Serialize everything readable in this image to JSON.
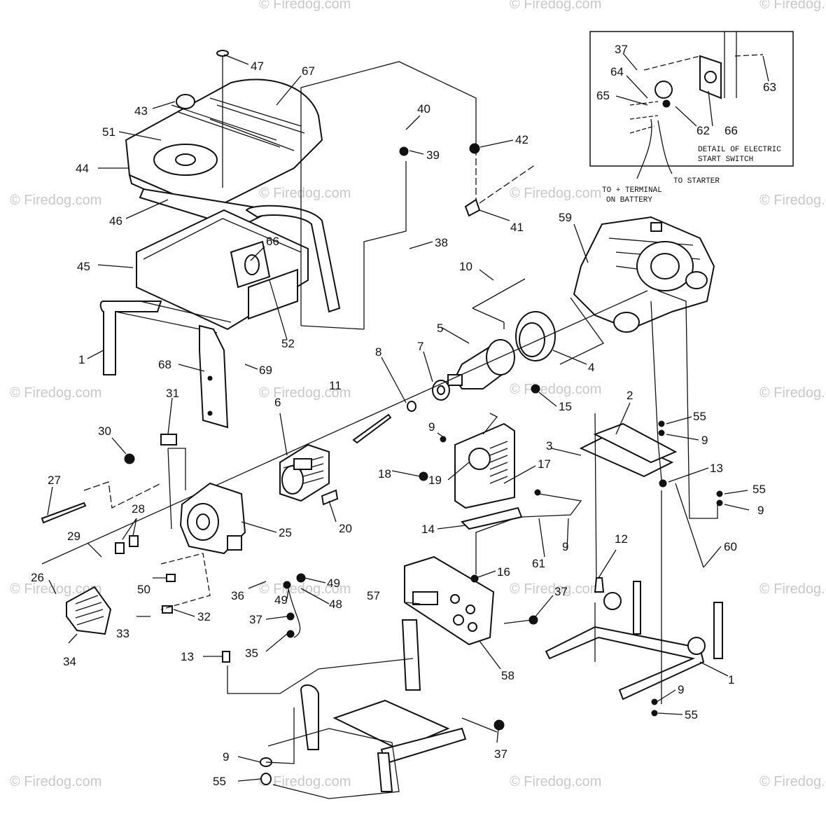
{
  "watermark": "© Firedog.com",
  "inset": {
    "title_line1": "DETAIL OF ELECTRIC",
    "title_line2": "START SWITCH",
    "note_starter": "TO STARTER",
    "note_battery_line1": "TO + TERMINAL",
    "note_battery_line2": "ON BATTERY"
  },
  "callouts": [
    "47",
    "67",
    "43",
    "51",
    "44",
    "46",
    "45",
    "66",
    "52",
    "1",
    "68",
    "69",
    "40",
    "39",
    "42",
    "41",
    "38",
    "10",
    "59",
    "5",
    "7",
    "8",
    "11",
    "4",
    "15",
    "6",
    "31",
    "30",
    "27",
    "28",
    "29",
    "26",
    "34",
    "33",
    "32",
    "50",
    "25",
    "20",
    "18",
    "9",
    "19",
    "17",
    "14",
    "16",
    "61",
    "2",
    "3",
    "13",
    "55",
    "60",
    "12",
    "36",
    "49",
    "48",
    "37",
    "35",
    "57",
    "58",
    "37",
    "63",
    "64",
    "65",
    "62",
    "66",
    "37"
  ]
}
